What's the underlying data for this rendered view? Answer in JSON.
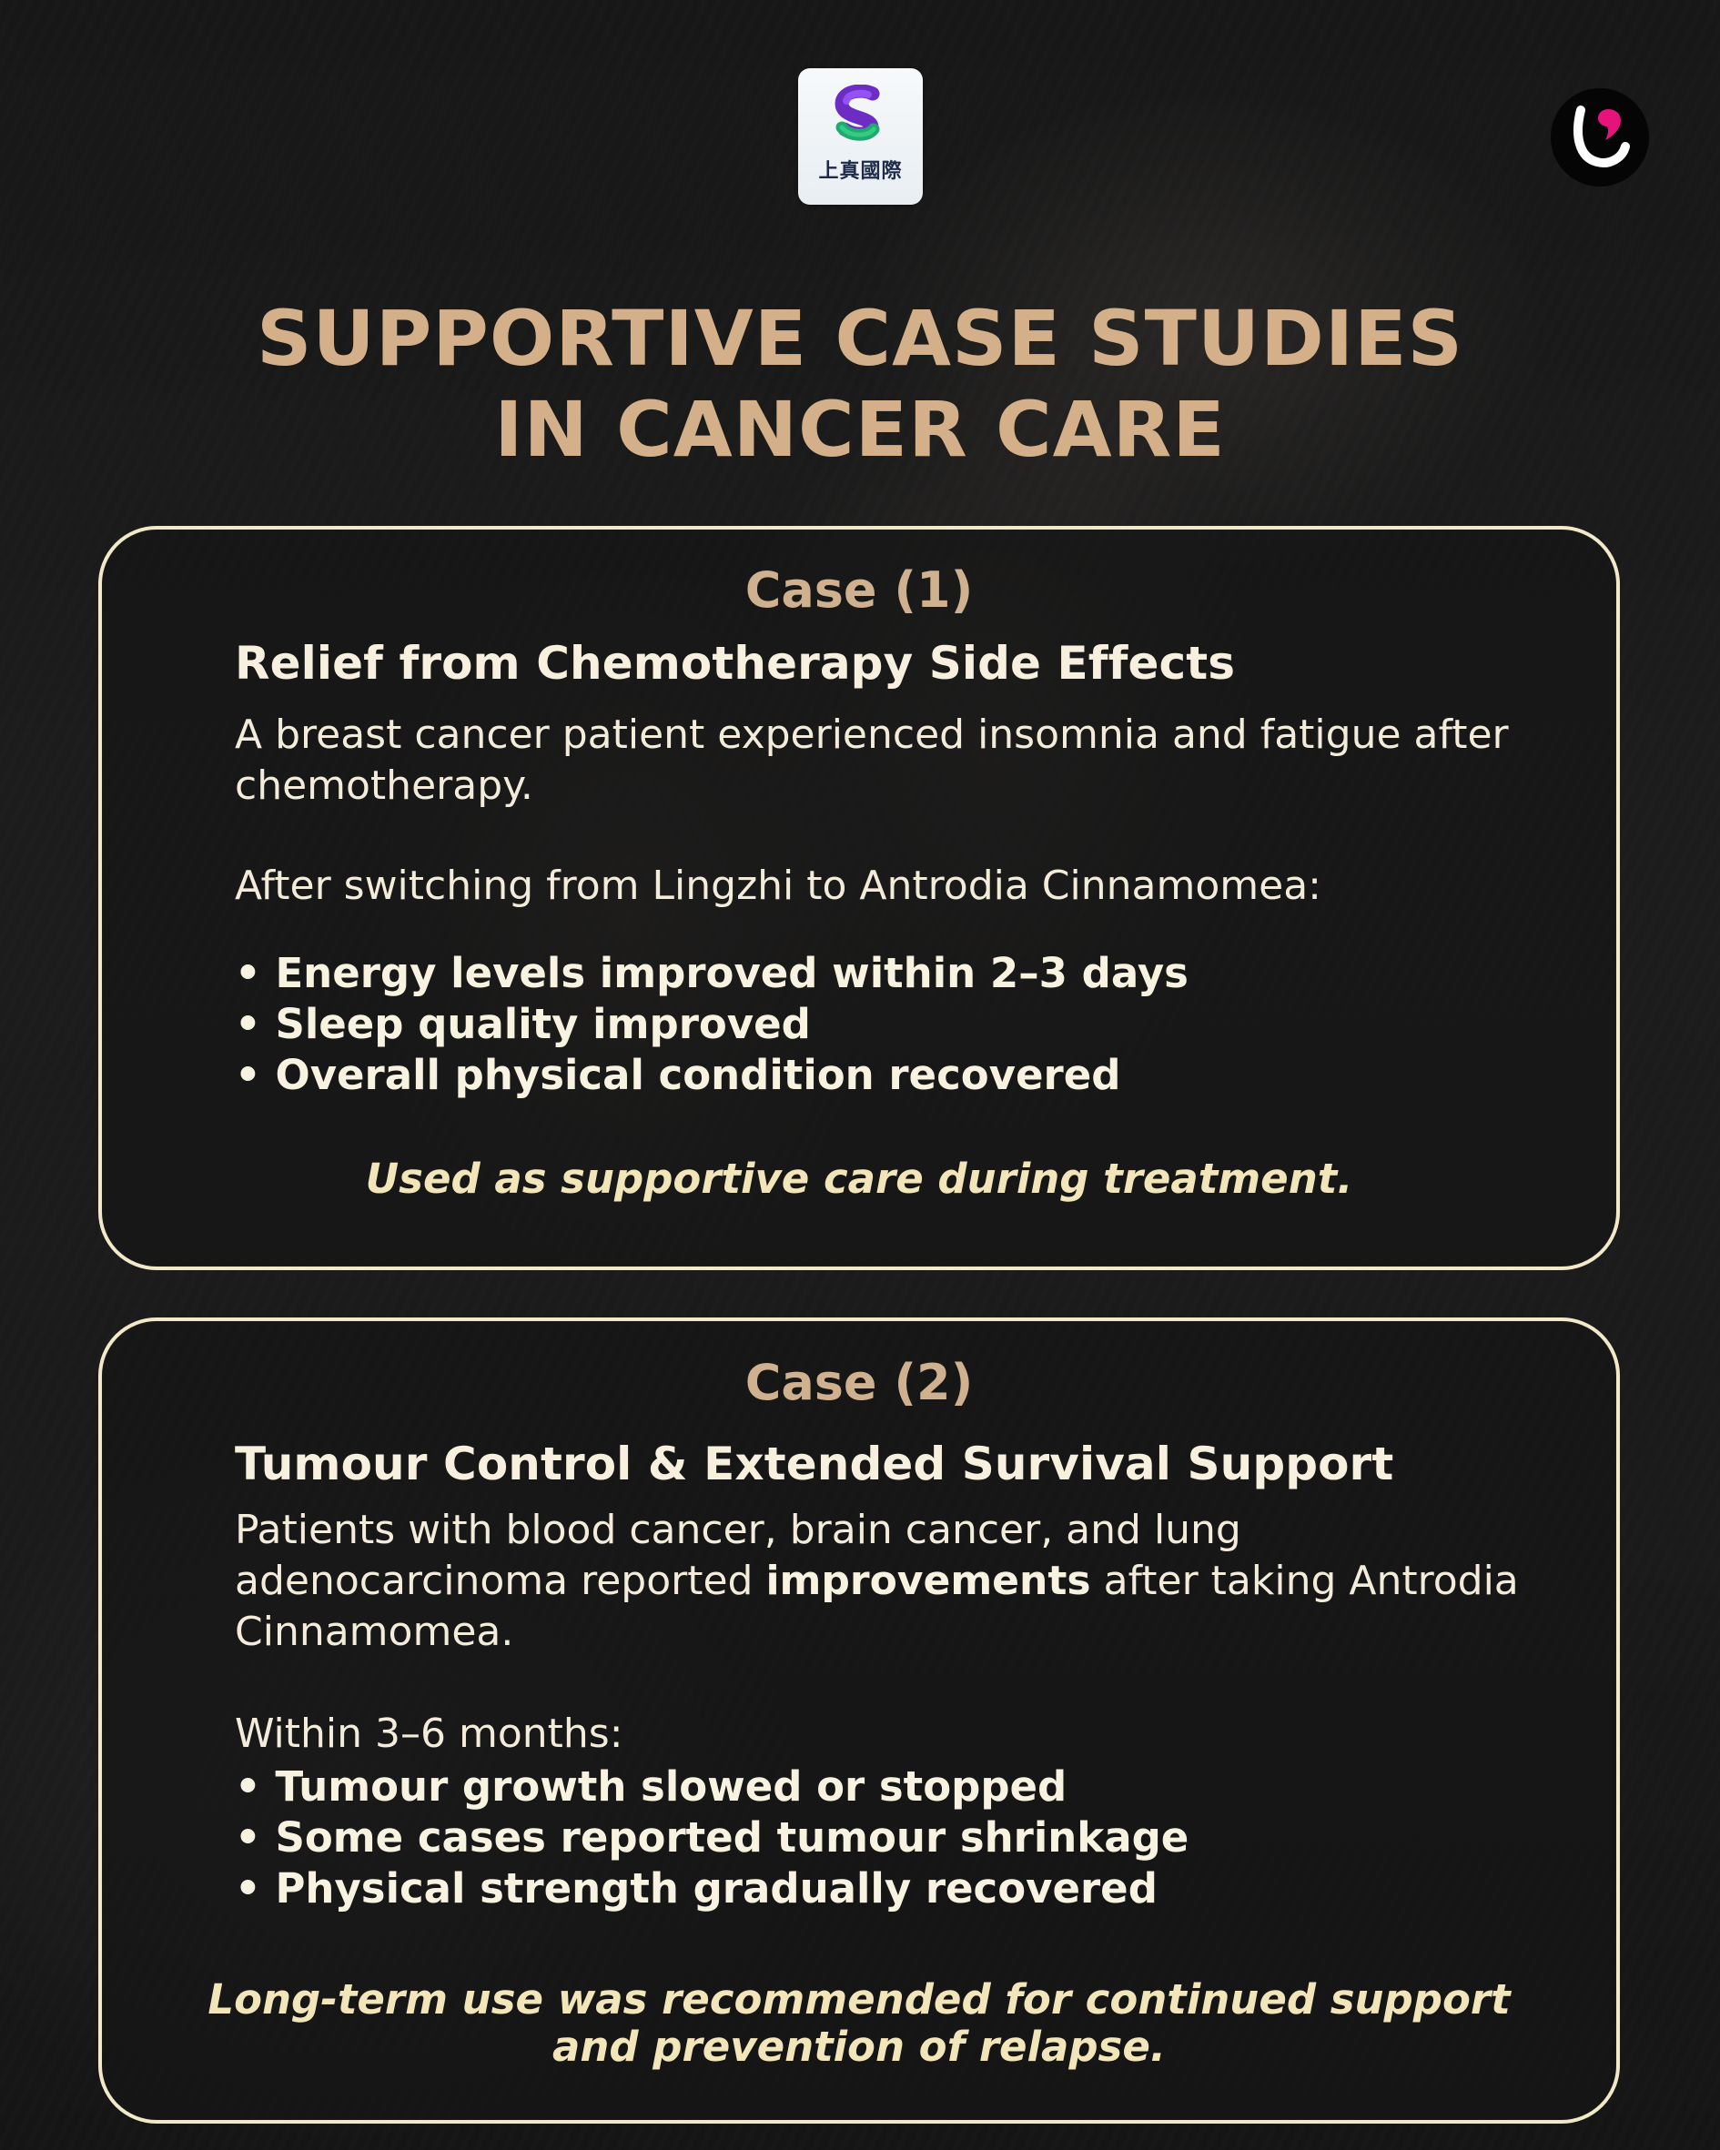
{
  "branding": {
    "top_logo_text": "上真國際"
  },
  "header": {
    "title_line_1": "SUPPORTIVE CASE STUDIES",
    "title_line_2": "IN CANCER CARE"
  },
  "cases": [
    {
      "label": "Case (1)",
      "title": "Relief from Chemotherapy Side Effects",
      "paragraph_1": "A breast cancer patient experienced insomnia and fatigue after chemotherapy.",
      "paragraph_2": "After switching from Lingzhi to Antrodia Cinnamomea:",
      "bullets": [
        "Energy levels improved within 2–3 days",
        "Sleep quality improved",
        "Overall physical condition recovered"
      ],
      "footnote": "Used as supportive care during treatment."
    },
    {
      "label": "Case (2)",
      "title": "Tumour Control & Extended Survival Support",
      "paragraph_1_before": "Patients with blood cancer, brain cancer, and lung adenocarcinoma reported ",
      "paragraph_1_bold": "improvements",
      "paragraph_1_after": " after taking Antrodia Cinnamomea.",
      "paragraph_2": "Within 3–6 months:",
      "bullets": [
        "Tumour growth slowed or stopped",
        "Some cases reported tumour shrinkage",
        "Physical strength gradually recovered"
      ],
      "footnote": "Long-term use was recommended for continued support and prevention of relapse."
    }
  ]
}
